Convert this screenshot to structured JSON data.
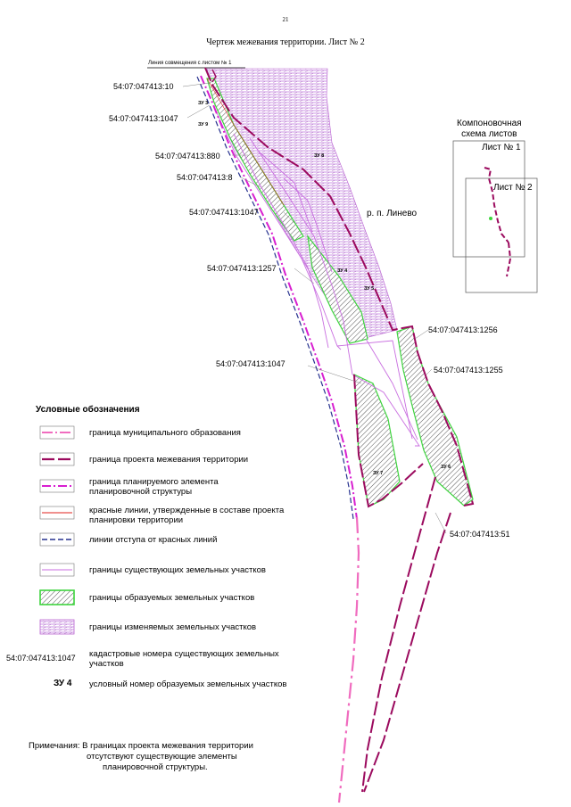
{
  "page_number": "21",
  "title": "Чертеж межевания территории. Лист № 2",
  "junction_label": "Линия совмещения с листом № 1",
  "locality": "р. п. Линево",
  "cadastral_labels": [
    "54:07:047413:10",
    "54:07:047413:1047",
    "54:07:047413:880",
    "54:07:047413:8",
    "54:07:047413:1047",
    "54:07:047413:1257",
    "54:07:047413:1047",
    "54:07:047413:1256",
    "54:07:047413:1255",
    "54:07:047413:51"
  ],
  "plot_labels": [
    "ЗУ 3",
    "ЗУ 9",
    "ЗУ 8",
    "ЗУ 4",
    "ЗУ 5",
    "ЗУ 7",
    "ЗУ 6"
  ],
  "inset": {
    "title_line1": "Компоновочная",
    "title_line2": "схема листов",
    "sheet1": "Лист № 1",
    "sheet2": "Лист № 2"
  },
  "legend": {
    "title": "Условные обозначения",
    "items": [
      {
        "label": "граница муниципального образования",
        "symbol": "municipal-boundary",
        "color": "#f06cbf"
      },
      {
        "label": "граница проекта межевания территории",
        "symbol": "survey-project-boundary",
        "color": "#9b0a5e"
      },
      {
        "label": "граница планируемого элемента планировочной структуры",
        "symbol": "planned-element-boundary",
        "color": "#d81fd0"
      },
      {
        "label": "красные линии, утвержденные в составе проекта планировки территории",
        "symbol": "red-lines",
        "color": "#e0201c"
      },
      {
        "label": "линии отступа от красных линий",
        "symbol": "setback-lines",
        "color": "#27328f"
      },
      {
        "label": "границы существующих земельных участков",
        "symbol": "existing-plots",
        "color": "#c96ee0"
      },
      {
        "label": "границы образуемых земельных участков",
        "symbol": "formed-plots",
        "color": "#3ed43e"
      },
      {
        "label": "границы изменяемых земельных участков",
        "symbol": "changed-plots",
        "color": "#b85fd0"
      }
    ],
    "cad_example_code": "54:07:047413:1047",
    "cad_example_text": "кадастровые номера существующих земельных участков",
    "zu_example_code": "ЗУ 4",
    "zu_example_text": "условный номер образуемых земельных участков"
  },
  "note": {
    "line1": "Примечания: В границах проекта межевания территории",
    "line2": "отсутствуют существующие элементы",
    "line3": "планировочной структуры."
  }
}
